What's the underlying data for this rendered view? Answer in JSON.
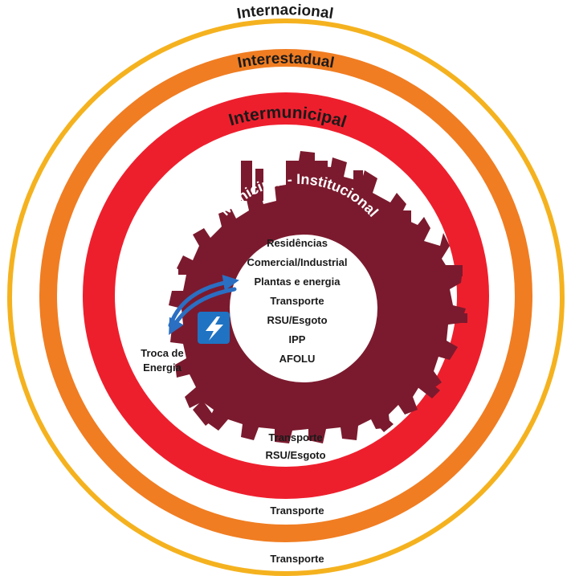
{
  "rings": {
    "international": "Internacional",
    "interstate": "Interestadual",
    "intermunicipal": "Intermunicipal",
    "municipal": "Municipal - Institucional"
  },
  "municipal_items": [
    "Residências",
    "Comercial/Industrial",
    "Plantas e energia",
    "Transporte",
    "RSU/Esgoto",
    "IPP",
    "AFOLU"
  ],
  "intermunicipal_items": [
    "Transporte",
    "RSU/Esgoto"
  ],
  "interstate_items": [
    "Transporte"
  ],
  "international_items": [
    "Transporte"
  ],
  "energy_exchange": {
    "line1": "Troca de",
    "line2": "Energia"
  },
  "icons": {
    "energy": "lightning-bolt-icon",
    "exchange": "double-arrow-icon"
  },
  "colors": {
    "international": "#f5b21f",
    "interstate": "#f07d22",
    "intermunicipal": "#ee1f2d",
    "municipal": "#7b1a2e",
    "energy_icon": "#1f73c2",
    "arrows": "#2a6fc2"
  }
}
